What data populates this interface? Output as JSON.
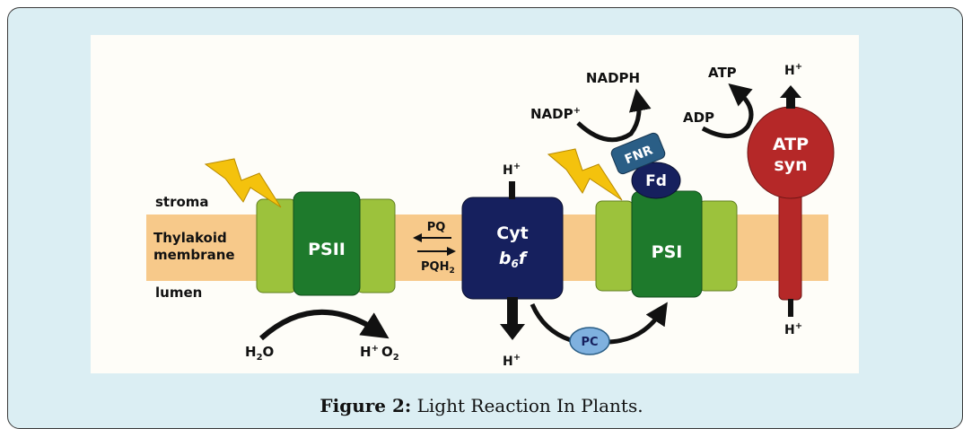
{
  "diagram": {
    "regions": {
      "stroma": "stroma",
      "membrane_line1": "Thylakoid",
      "membrane_line2": "membrane",
      "lumen": "lumen"
    },
    "complexes": {
      "psii": "PSII",
      "cyt_line1": "Cyt",
      "cyt_b": "b",
      "cyt_sub": "6",
      "cyt_f": "f",
      "psi": "PSI",
      "fnr": "FNR",
      "fd": "Fd",
      "atp_line1": "ATP",
      "atp_line2": "syn",
      "pc": "PC"
    },
    "molecules": {
      "pq": "PQ",
      "pqh": "PQH",
      "pqh_sub": "2",
      "h2o_h": "H",
      "h2o_sub": "2",
      "h2o_o": "O",
      "hplus_o2_h": "H",
      "hplus_o2_o": "O",
      "hplus_o2_sub": "2",
      "hplus_h": "H",
      "plus": "+",
      "nadp_plus": "NADP",
      "nadph": "NADPH",
      "adp": "ADP",
      "atp": "ATP"
    },
    "colors": {
      "membrane": "#f7c98a",
      "lightgreen": "#9cc23c",
      "darkgreen": "#1e7a2c",
      "navy": "#16205e",
      "fnr": "#2a5e86",
      "atpsyn": "#b52828",
      "pc": "#7fb1df",
      "bolt": "#f4c20d"
    }
  },
  "caption": {
    "label": "Figure 2:",
    "text": " Light Reaction In Plants."
  }
}
